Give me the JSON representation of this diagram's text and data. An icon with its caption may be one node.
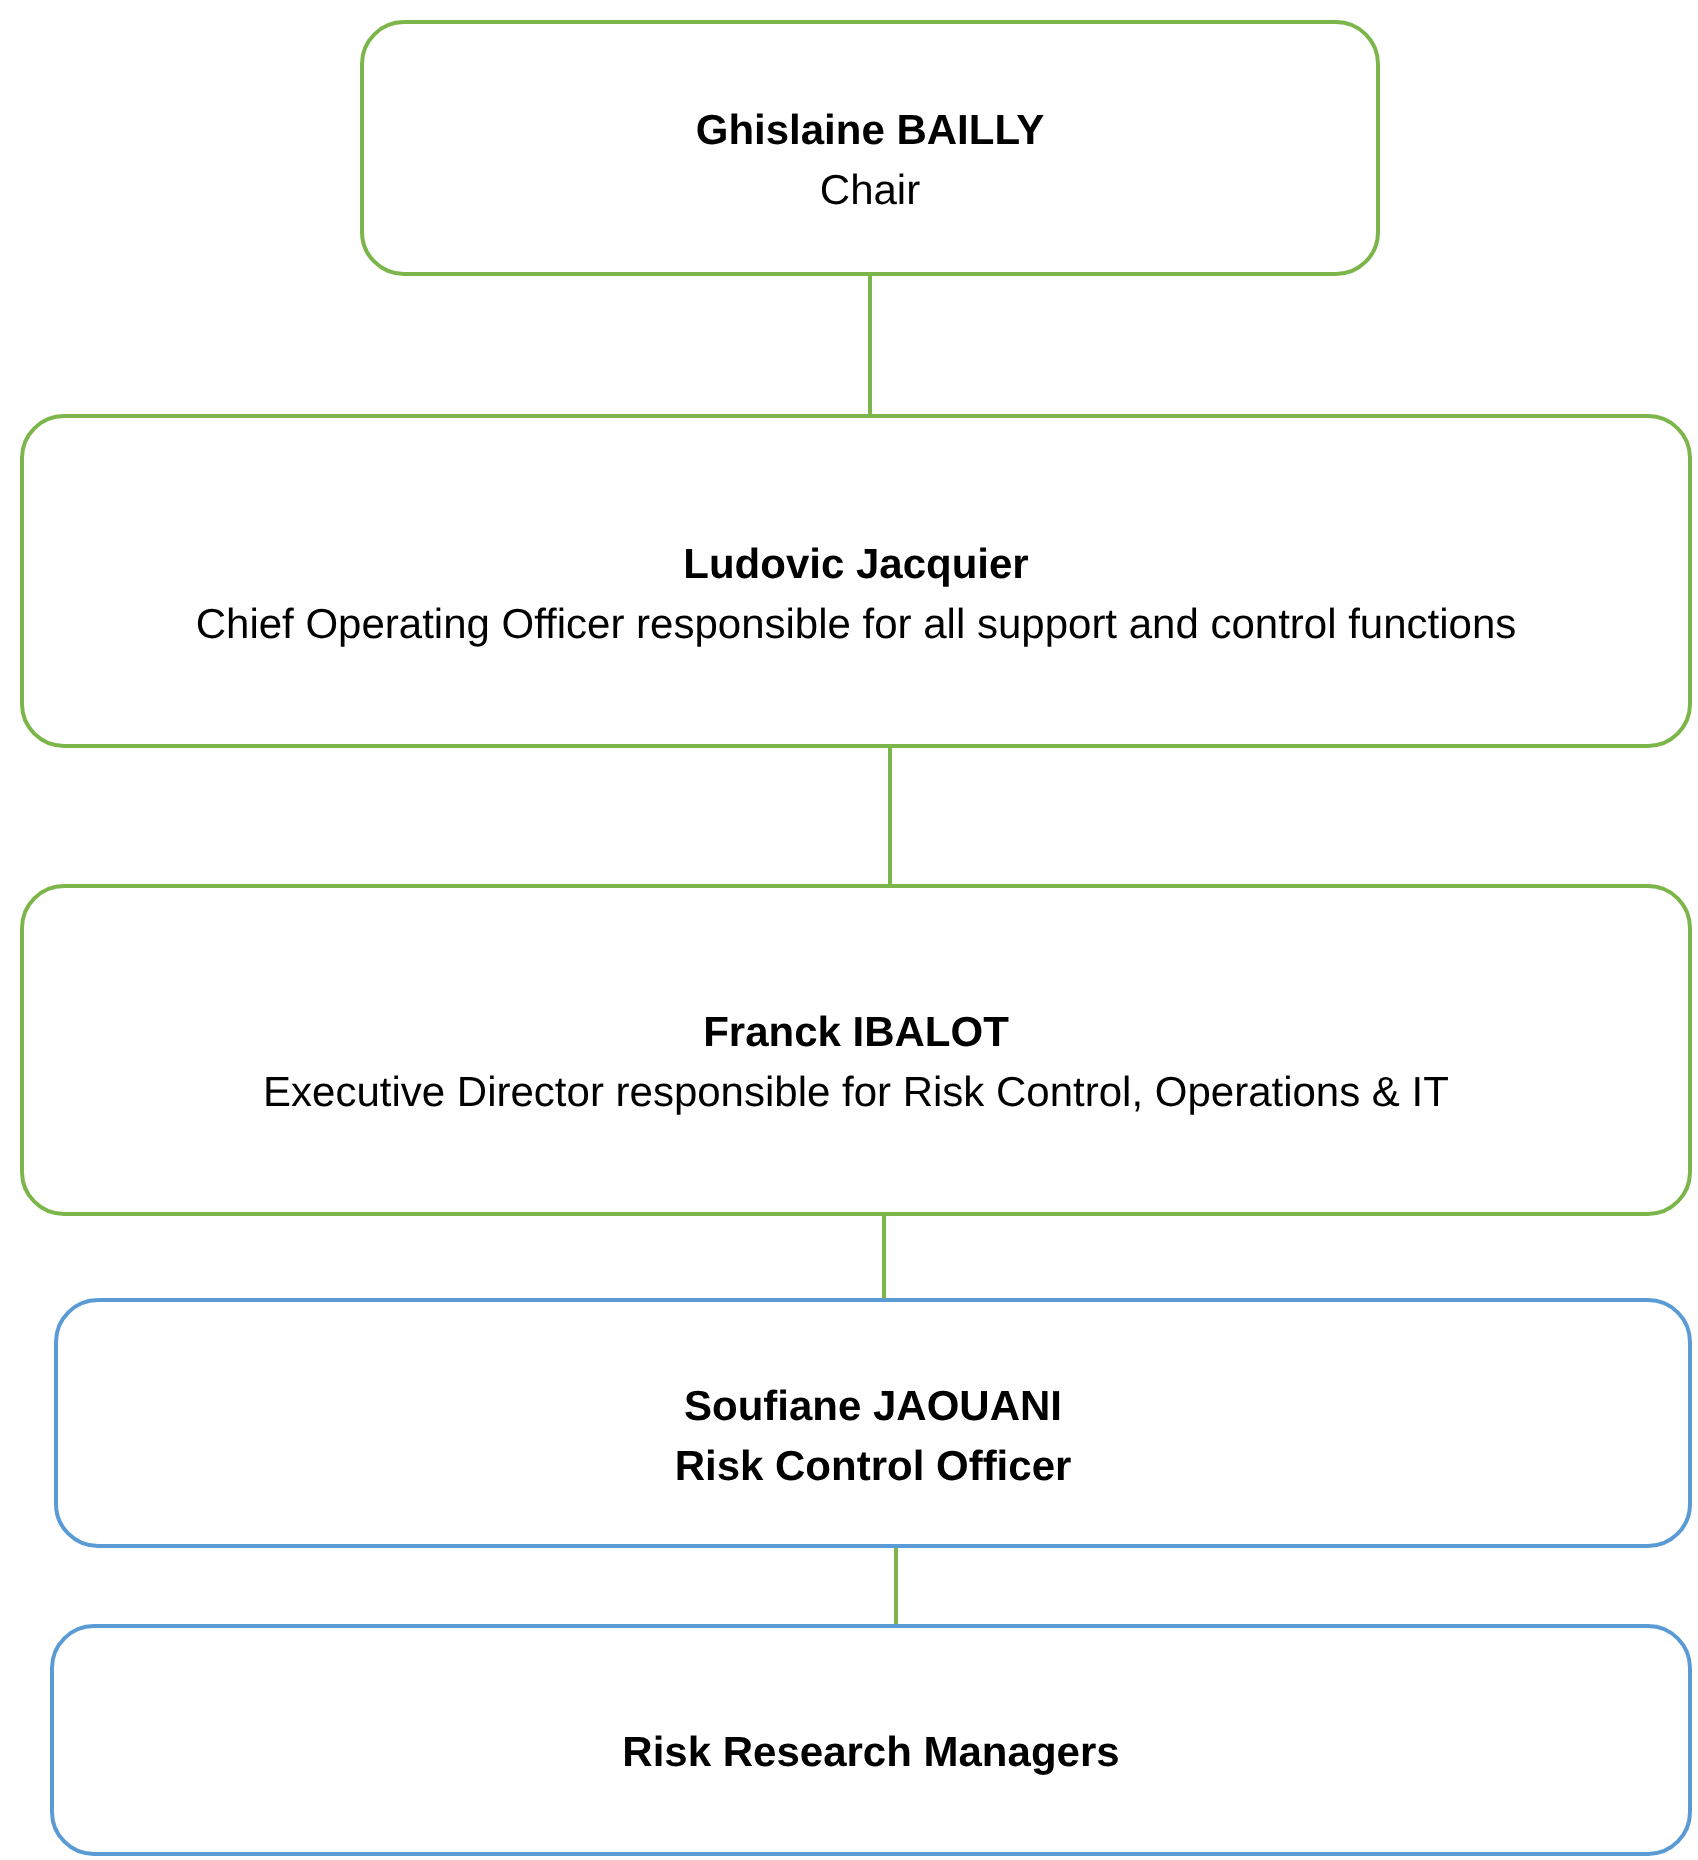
{
  "diagram": {
    "nodes": [
      {
        "text": [
          "Ghislaine BAILLY",
          "Chair"
        ]
      },
      {
        "text": [
          "Ludovic Jacquier",
          "Chief Operating Officer responsible for all support and control functions"
        ]
      },
      {
        "text": [
          "Franck IBALOT",
          "Executive Director responsible for Risk Control, Operations & IT"
        ]
      },
      {
        "text": [
          "Soufiane JAOUANI",
          "Risk Control Officer"
        ]
      },
      {
        "text": [
          "Risk Research Managers"
        ]
      }
    ],
    "edges": [
      {
        "from": 0,
        "to": 1,
        "arrow": "none"
      },
      {
        "from": 1,
        "to": 2,
        "arrow": "none"
      },
      {
        "from": 2,
        "to": 3,
        "arrow": "none"
      },
      {
        "from": 3,
        "to": 4,
        "arrow": "none"
      }
    ]
  }
}
